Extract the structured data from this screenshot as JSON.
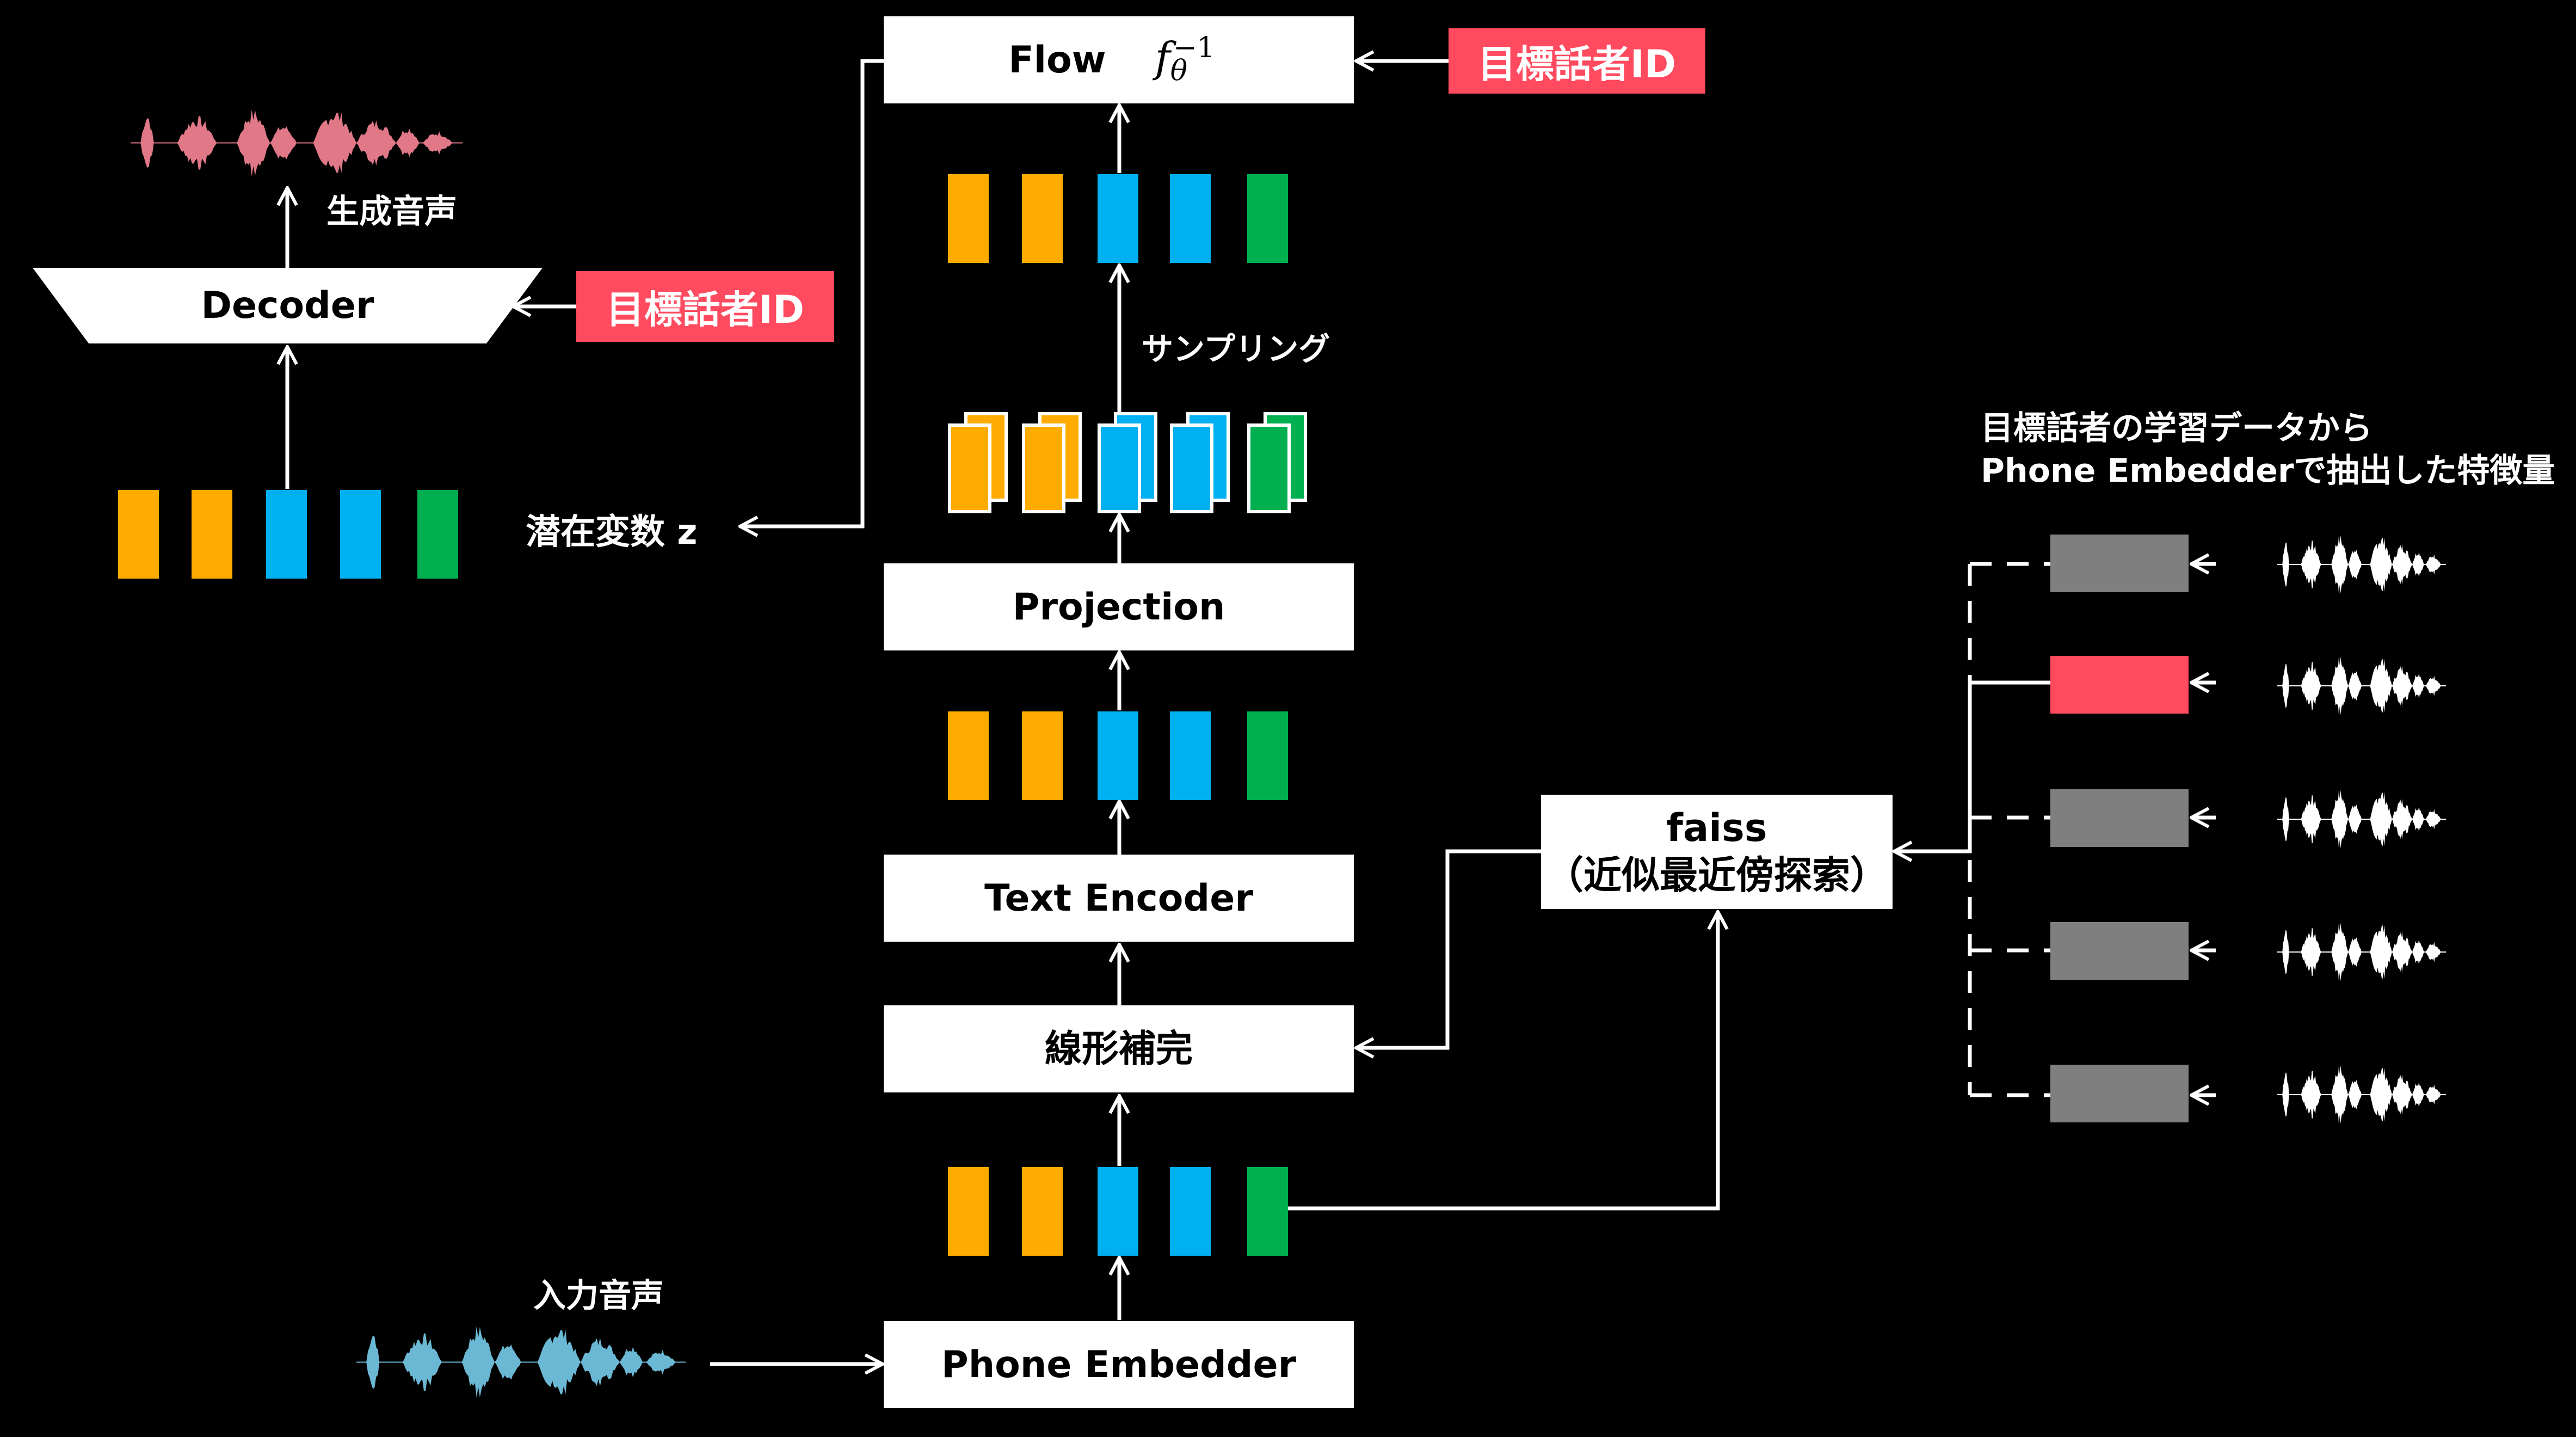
{
  "colors": {
    "background": "#000000",
    "box": "#FFFFFF",
    "badge": "#FF4A5F",
    "orange": "#FFAB00",
    "blue": "#00B0F0",
    "green": "#00B050",
    "gray_feature": "#7F7F7F",
    "red_feature": "#FF4A5F",
    "generated_wave": "#E07888",
    "input_wave": "#6BB8D4",
    "target_wave": "#FFFFFF"
  },
  "feature_sequence": [
    "orange",
    "orange",
    "blue",
    "blue",
    "green"
  ],
  "boxes": {
    "flow": {
      "label": "Flow",
      "formula_base": "f",
      "formula_sub": "θ",
      "formula_sup": "−1"
    },
    "projection": {
      "label": "Projection"
    },
    "text_encoder": {
      "label": "Text Encoder"
    },
    "linear_interp": {
      "label": "線形補完"
    },
    "phone_embedder": {
      "label": "Phone Embedder"
    },
    "decoder": {
      "label": "Decoder"
    },
    "faiss": {
      "line1": "faiss",
      "line2": "（近似最近傍探索）"
    }
  },
  "badges": {
    "flow_speaker": "目標話者ID",
    "decoder_speaker": "目標話者ID"
  },
  "labels": {
    "sampling": "サンプリング",
    "latent": "潜在変数 z",
    "generated_audio": "生成音声",
    "input_audio": "入力音声",
    "target_features_line1": "目標話者の学習データから",
    "target_features_line2": "Phone Embedderで抽出した特徴量"
  },
  "target_features": [
    {
      "state": "unselected"
    },
    {
      "state": "selected"
    },
    {
      "state": "unselected"
    },
    {
      "state": "unselected"
    },
    {
      "state": "unselected"
    }
  ]
}
